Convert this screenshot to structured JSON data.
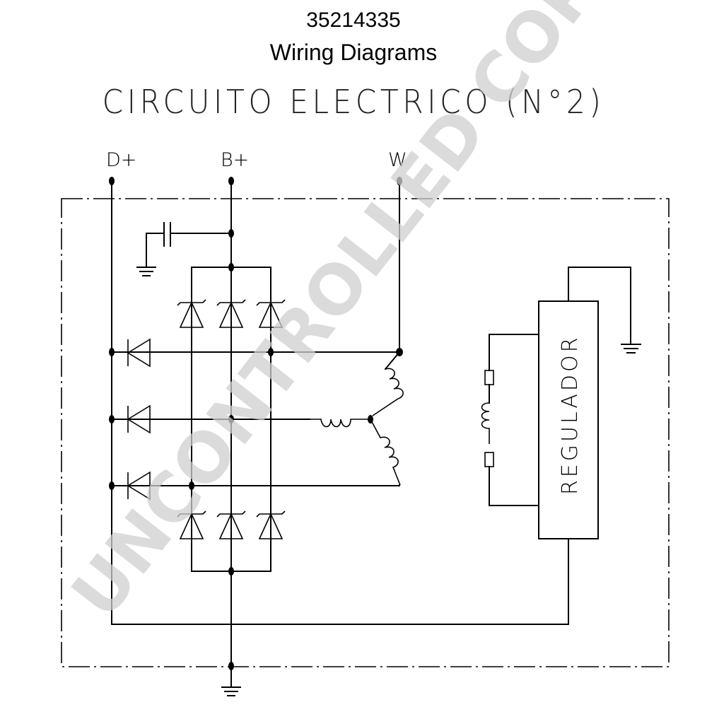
{
  "header": {
    "part_number": "35214335",
    "subtitle": "Wiring Diagrams",
    "circuit_title": "CIRCUITO ELECTRICO (N°2)"
  },
  "terminals": {
    "d_plus": "D+",
    "b_plus": "B+",
    "w": "W"
  },
  "regulator": {
    "label": "REGULADOR"
  },
  "watermark": "UNCONTROLLED COPY"
}
